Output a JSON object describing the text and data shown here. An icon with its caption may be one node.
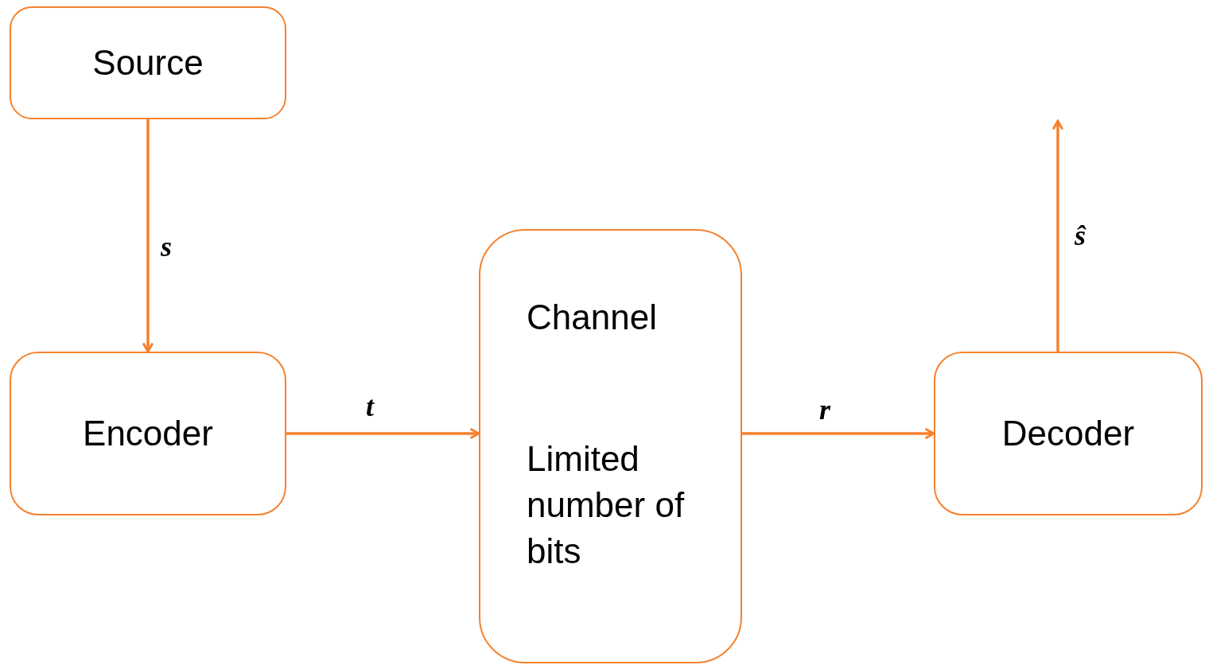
{
  "diagram": {
    "nodes": [
      {
        "text": [
          "Source"
        ]
      },
      {
        "text": [
          "Encoder"
        ]
      },
      {
        "text": [
          "Channel",
          "Limited number of bits"
        ]
      },
      {
        "text": [
          "Decoder"
        ]
      }
    ],
    "edges": [
      {
        "from": 0,
        "to": 1,
        "arrow": "to",
        "label": "s"
      },
      {
        "from": 1,
        "to": 2,
        "arrow": "to",
        "label": "t"
      },
      {
        "from": 2,
        "to": 3,
        "arrow": "to",
        "label": "r"
      },
      {
        "from": 3,
        "to": null,
        "arrow": "to",
        "label": "ŝ"
      }
    ]
  }
}
